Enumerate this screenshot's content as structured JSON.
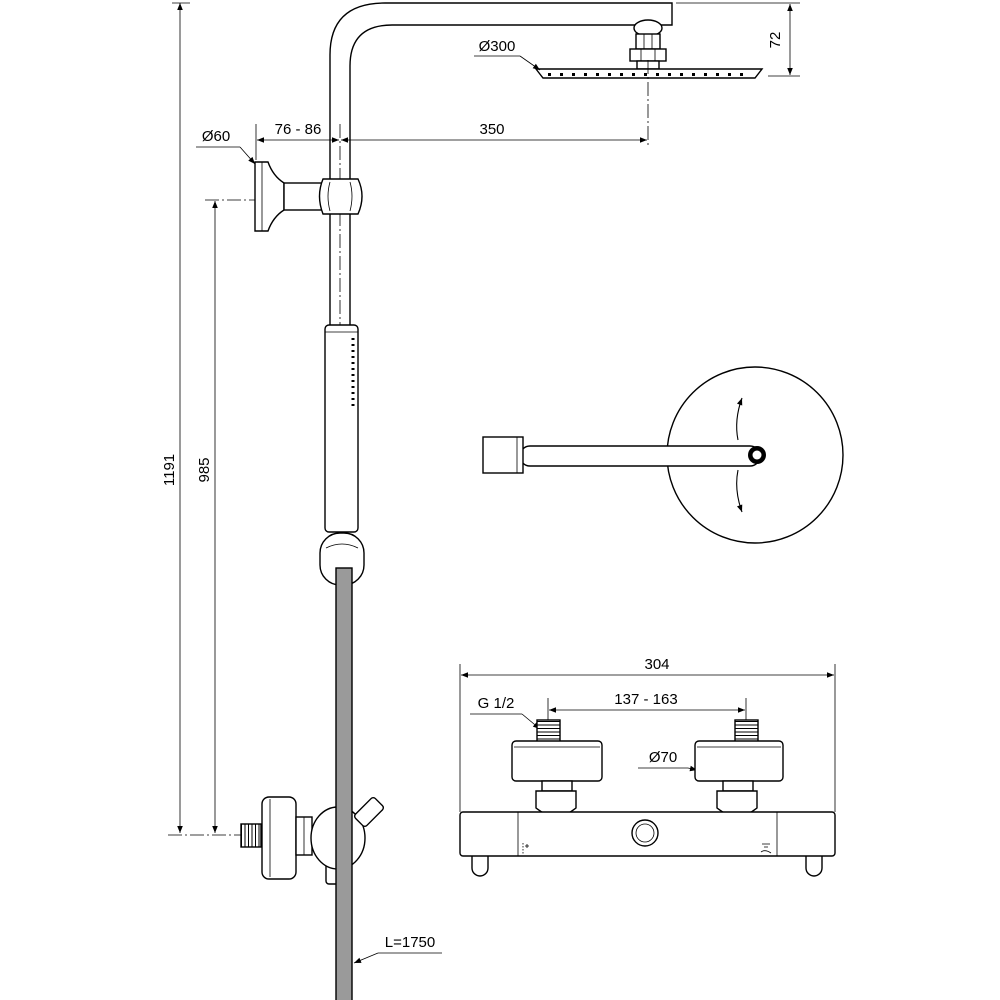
{
  "labels": {
    "head_diameter": "Ø300",
    "head_height": "72",
    "bracket_diameter": "Ø60",
    "wall_offset": "76 - 86",
    "arm_length": "350",
    "total_height": "1191",
    "bracket_height": "985",
    "mixer_width": "304",
    "thread": "G 1/2",
    "inlet_spacing": "137 - 163",
    "handle_diameter": "Ø70",
    "hose_length": "L=1750"
  }
}
